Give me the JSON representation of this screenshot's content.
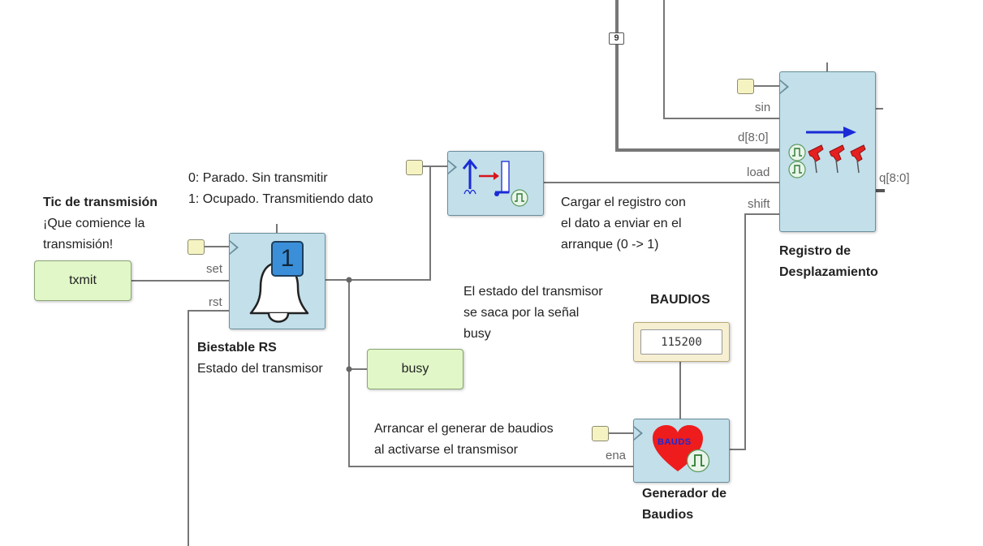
{
  "blocks": {
    "rs": {
      "title": "Biestable RS",
      "subtitle": "Estado del transmisor",
      "ports": {
        "set": "set",
        "rst": "rst"
      },
      "badge": "1"
    },
    "edge": {},
    "shift_reg": {
      "title_line1": "Registro de",
      "title_line2": "Desplazamiento",
      "ports": {
        "sin": "sin",
        "d": "d[8:0]",
        "load": "load",
        "shift": "shift",
        "q": "q[8:0]"
      }
    },
    "baud_gen": {
      "title_line1": "Generador de",
      "title_line2": "Baudios",
      "ports": {
        "ena": "ena"
      },
      "icon_text": "BAUDS"
    }
  },
  "inputs": {
    "txmit": "txmit"
  },
  "outputs": {
    "busy": "busy"
  },
  "constant": {
    "title": "BAUDIOS",
    "value": "115200"
  },
  "bus_width": "9",
  "notes": {
    "tic": [
      "Tic de transmisión",
      "¡Que comience la",
      "transmisión!"
    ],
    "states": [
      "0: Parado. Sin transmitir",
      "1: Ocupado. Transmitiendo dato"
    ],
    "cargar": [
      "Cargar el registro con",
      "el dato a enviar en el",
      "arranque (0 -> 1)"
    ],
    "estado": [
      "El estado del transmisor",
      "se saca por la señal",
      "busy"
    ],
    "arrancar": [
      "Arrancar el generar de baudios",
      "al activarse el transmisor"
    ]
  },
  "colors": {
    "block_fill": "#c2dfea",
    "io_fill": "#e1f7c8",
    "clock_fill": "#f6f3c2",
    "wire": "#777777",
    "bus": "#777777"
  }
}
